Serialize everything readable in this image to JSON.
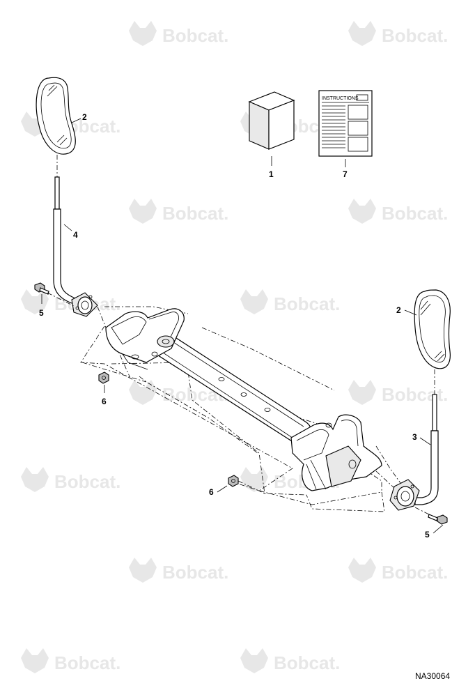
{
  "watermark": {
    "text": "Bobcat."
  },
  "figure_id": "NA30064",
  "callouts": {
    "c1": "1",
    "c7": "7",
    "c2_left": "2",
    "c4": "4",
    "c5_left": "5",
    "c6_left": "6",
    "c2_right": "2",
    "c3": "3",
    "c6_right": "6",
    "c5_right": "5"
  },
  "instructions_sheet": {
    "header": "INSTRUCTIONS"
  },
  "icons": {
    "watermark": "bobcat-logo-icon",
    "box": "box-icon",
    "sheet": "document-icon",
    "mirror": "mirror-icon",
    "bolt": "bolt-icon",
    "nut": "nut-icon"
  }
}
